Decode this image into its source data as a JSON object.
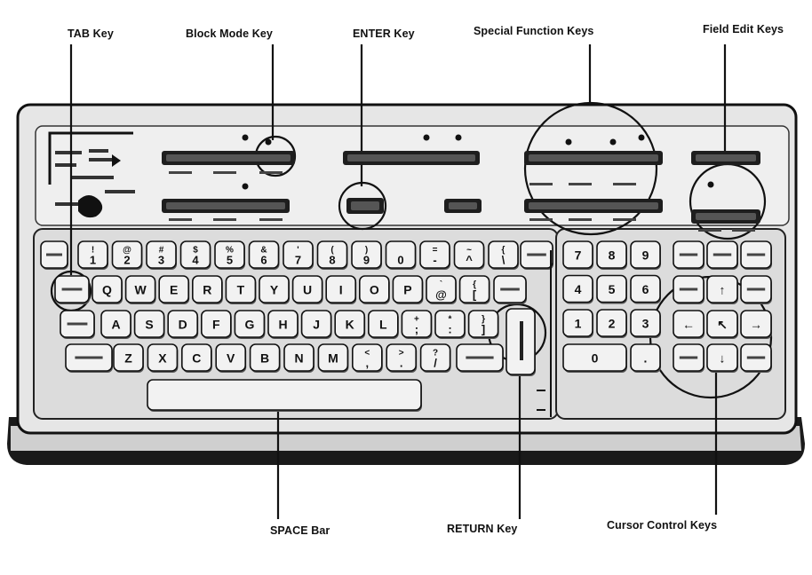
{
  "callouts": {
    "tab_key": "TAB Key",
    "block_mode_key": "Block Mode Key",
    "enter_key": "ENTER Key",
    "special_function_keys": "Special Function Keys",
    "field_edit_keys": "Field Edit Keys",
    "space_bar": "SPACE Bar",
    "return_key": "RETURN Key",
    "cursor_control_keys": "Cursor Control Keys"
  },
  "keyboard": {
    "number_row": [
      "!|1",
      "@|2",
      "#|3",
      "$|4",
      "%|5",
      "&|6",
      "'|7",
      "(|8",
      ")|9",
      "|0",
      "=|-",
      "~|^",
      "{|\\"
    ],
    "top_row": [
      "Q",
      "W",
      "E",
      "R",
      "T",
      "Y",
      "U",
      "I",
      "O",
      "P",
      "`|@",
      "{|["
    ],
    "home_row": [
      "A",
      "S",
      "D",
      "F",
      "G",
      "H",
      "J",
      "K",
      "L",
      "+|;",
      "*|:",
      "}|]"
    ],
    "bottom_row": [
      "Z",
      "X",
      "C",
      "V",
      "B",
      "N",
      "M",
      "<|,",
      ">|.",
      "?|/"
    ],
    "numpad": [
      "7",
      "8",
      "9",
      "4",
      "5",
      "6",
      "1",
      "2",
      "3",
      "0",
      "."
    ],
    "cursor_keys": [
      "↑",
      "←",
      "↖",
      "→",
      "↓"
    ]
  },
  "colors": {
    "body": "#e4e4e4",
    "key": "#f2f2f2",
    "ink": "#111111",
    "dark_key": "#1e1e1e"
  }
}
